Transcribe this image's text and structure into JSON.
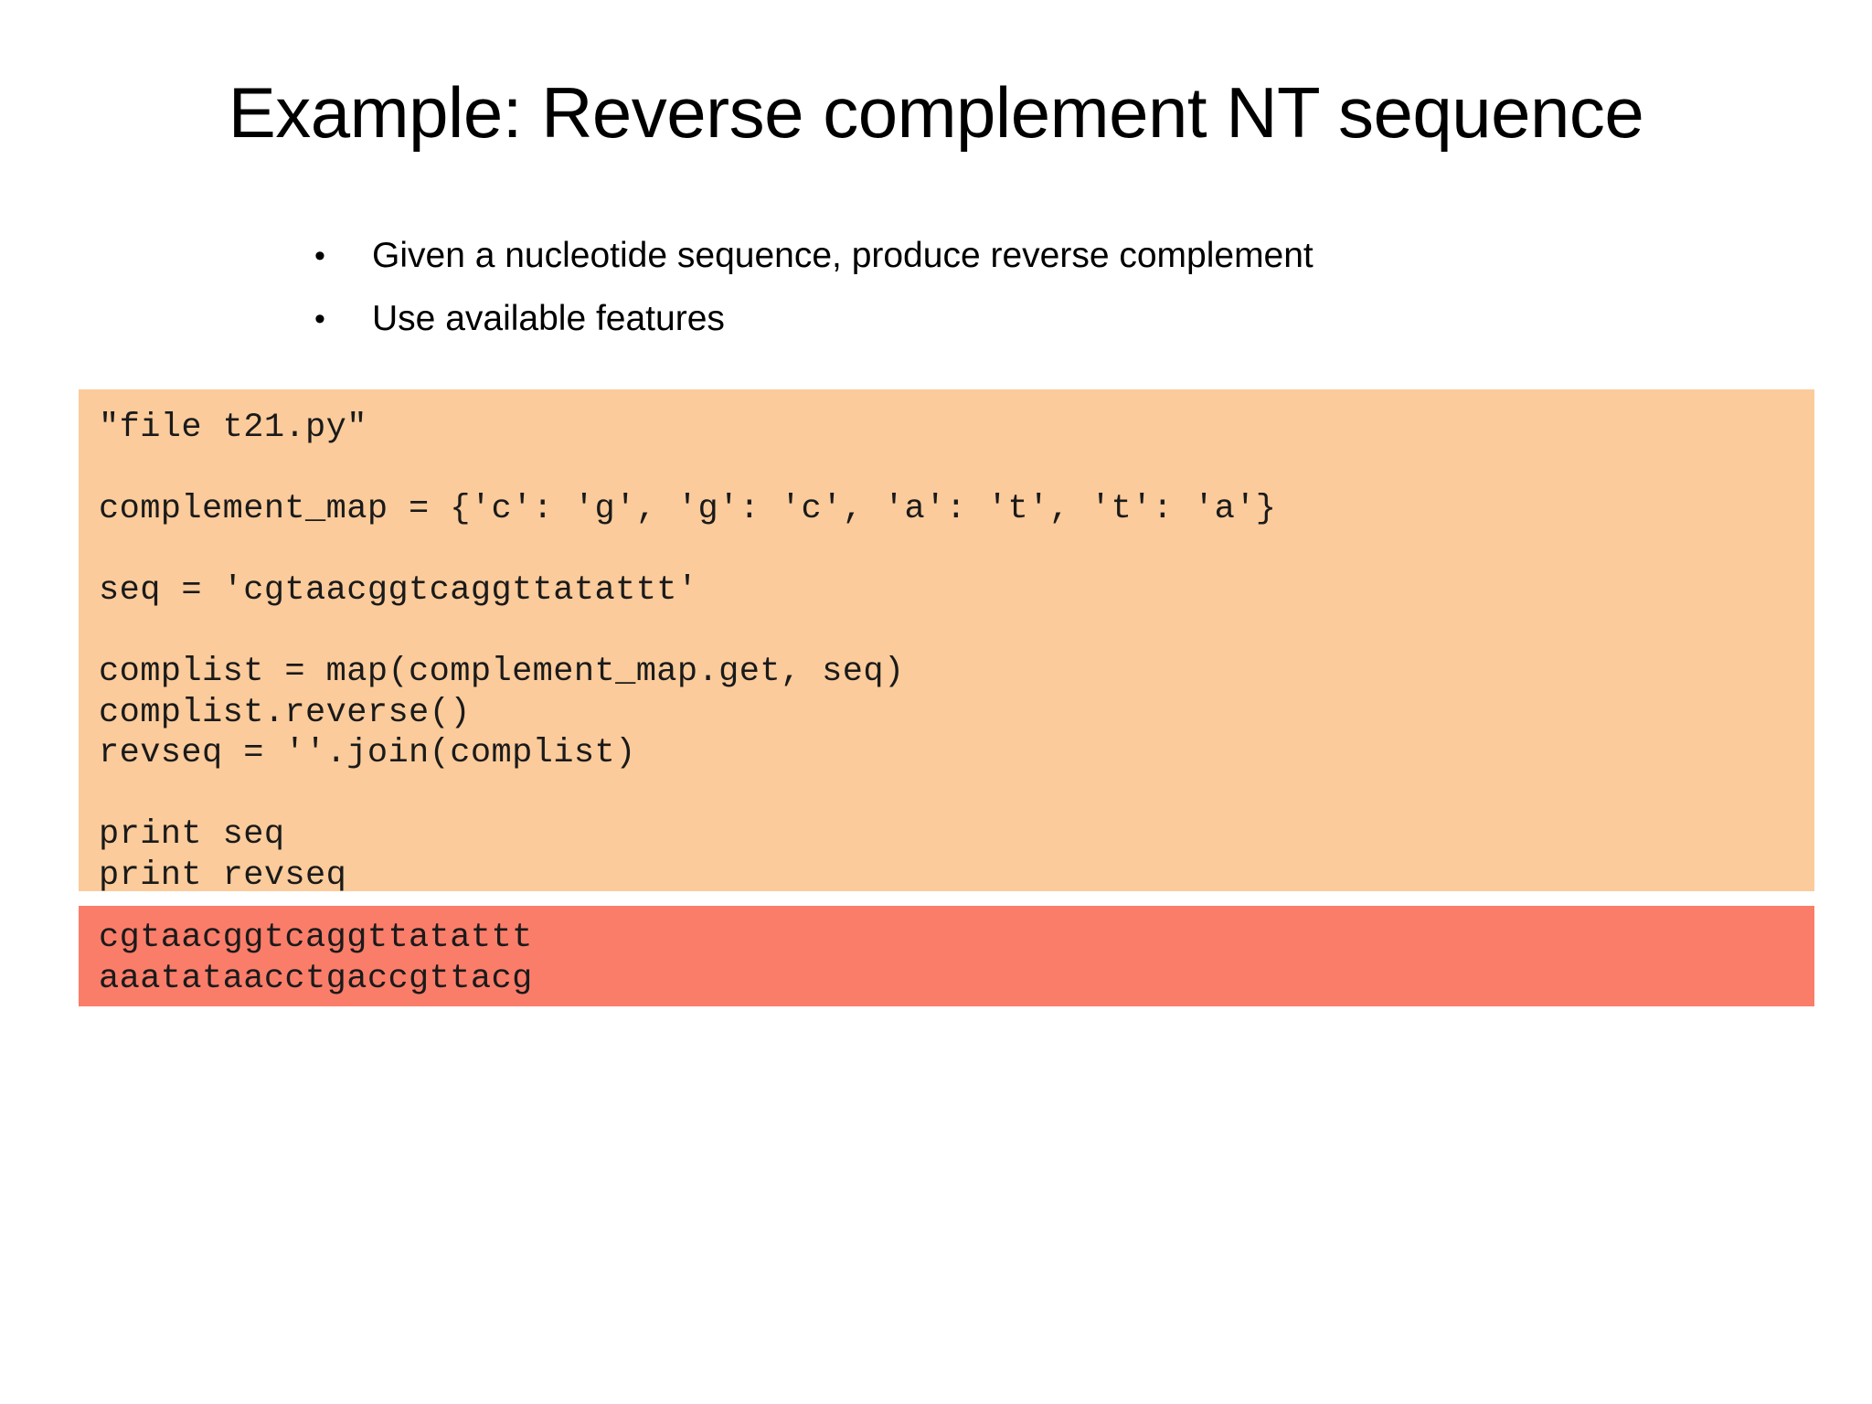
{
  "slide": {
    "title": "Example: Reverse complement NT sequence",
    "background_color": "#ffffff",
    "text_color": "#000000"
  },
  "bullets": {
    "marker": "•",
    "items": [
      {
        "text": "Given a nucleotide sequence, produce reverse complement"
      },
      {
        "text": "Use available features"
      }
    ]
  },
  "code_block": {
    "background_color": "#fbcb9b",
    "text_color": "#1a1a1a",
    "lines": [
      "\"file t21.py\"",
      "",
      "complement_map = {'c': 'g', 'g': 'c', 'a': 't', 't': 'a'}",
      "",
      "seq = 'cgtaacggtcaggttatattt'",
      "",
      "complist = map(complement_map.get, seq)",
      "complist.reverse()",
      "revseq = ''.join(complist)",
      "",
      "print seq",
      "print revseq"
    ]
  },
  "output_block": {
    "background_color": "#fa7d6a",
    "text_color": "#1a1a1a",
    "lines": [
      "cgtaacggtcaggttatattt",
      "aaatataacctgaccgttacg"
    ]
  }
}
